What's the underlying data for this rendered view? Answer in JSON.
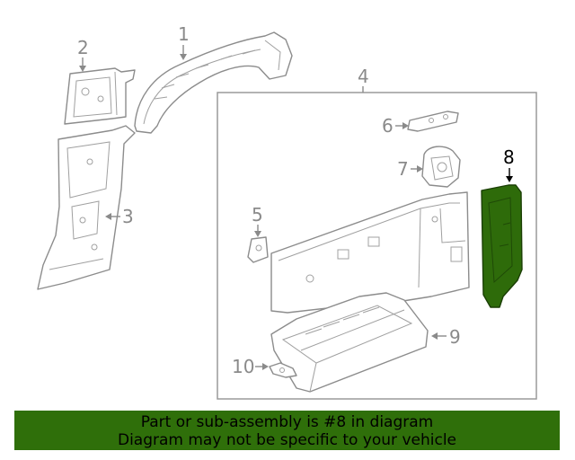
{
  "callouts": {
    "c1": "1",
    "c2": "2",
    "c3": "3",
    "c4": "4",
    "c5": "5",
    "c6": "6",
    "c7": "7",
    "c8": "8",
    "c9": "9",
    "c10": "10"
  },
  "highlight": {
    "part_number": "8",
    "fill_color": "#2e6b0a",
    "label_color": "#000000"
  },
  "colors": {
    "line": "#8c8c8c",
    "banner": "#2f6f0a"
  },
  "banner": {
    "line1": "Part or sub-assembly is #8 in diagram",
    "line2": "Diagram may not be specific to your vehicle"
  }
}
